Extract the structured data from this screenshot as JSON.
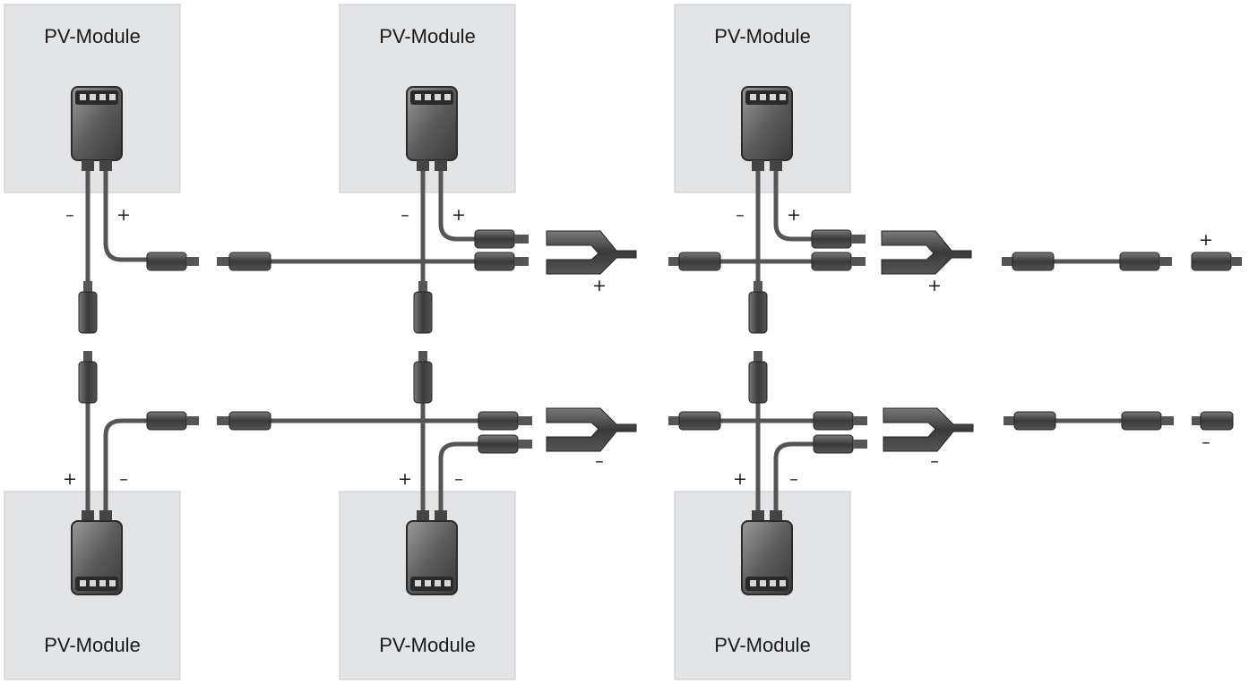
{
  "modules": [
    {
      "label": "PV-Module"
    },
    {
      "label": "PV-Module"
    },
    {
      "label": "PV-Module"
    },
    {
      "label": "PV-Module"
    },
    {
      "label": "PV-Module"
    },
    {
      "label": "PV-Module"
    }
  ],
  "polarity": {
    "plus": "+",
    "minus": "–"
  },
  "colors": {
    "panel": "#e3e4e6",
    "cable": "#555555",
    "connector": "#3e3e3e",
    "box": "#5e5e5e"
  }
}
